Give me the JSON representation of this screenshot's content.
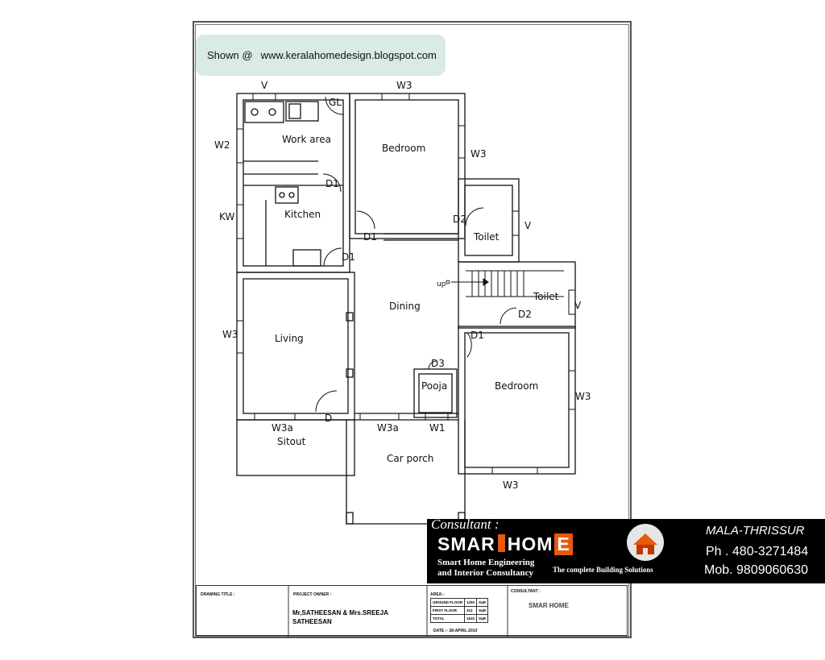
{
  "watermark": {
    "prefix": "Shown @",
    "site": "www.keralahomedesign.blogspot.com"
  },
  "rooms": {
    "work_area": "Work area",
    "kitchen": "Kitchen",
    "bedroom_1": "Bedroom",
    "toilet_1": "Toilet",
    "dining": "Dining",
    "living": "Living",
    "toilet_2": "Toilet",
    "bedroom_2": "Bedroom",
    "pooja": "Pooja",
    "sitout": "Sitout",
    "car_porch": "Car porch",
    "stair_up": "up"
  },
  "openings": {
    "v_top": "V",
    "w3_top": "W3",
    "gl": "GL",
    "w2": "W2",
    "d1_work": "D1",
    "w3_bed1": "W3",
    "kw": "KW",
    "d2_toilet1": "D2",
    "v_toilet1": "V",
    "d1_bed1": "D1",
    "d1_kitchen": "D1",
    "w3_living": "W3",
    "v_toilet2": "V",
    "d2_toilet2": "D2",
    "d1_bed2": "D1",
    "d3_pooja": "D3",
    "w3_bed2_side": "W3",
    "w3a_living": "W3a",
    "d_main": "D",
    "w3a_dining": "W3a",
    "w1_pooja": "W1",
    "w3_bed2_bottom": "W3"
  },
  "banner": {
    "consultant": "Consultant :",
    "brand_left": "SMAR",
    "brand_right": "HOM",
    "brand_e": "E",
    "sub1": "Smart Home Engineering",
    "sub2": "and Interior Consultancy",
    "tagline": "The complete Building Solutions",
    "city": "MALA-THRISSUR",
    "phone": "Ph  . 480-3271484",
    "mobile": "Mob. 9809060630"
  },
  "title_block": {
    "drawing_title": "DRAWING TITLE :",
    "project_owner": "PROJECT OWNER :",
    "owner_line1": "Mr,SATHEESAN & Mrs.SREEJA",
    "owner_line2": "SATHEESAN",
    "area_label": "AREA:-",
    "area_rows": [
      {
        "name": "GROUND FLOOR",
        "value": "1250",
        "unit": "SqR"
      },
      {
        "name": "FIRST FLOOR",
        "value": "312",
        "unit": "SqR"
      },
      {
        "name": "TOTAL",
        "value": "1610",
        "unit": "SqR"
      }
    ],
    "date": "DATE :- 28-APRIL-2010",
    "consultant_label": "CONSULTANT :",
    "mini_brand": "SMAR  HOME"
  },
  "colors": {
    "accent": "#e8590c",
    "banner_bg": "#000000",
    "wall": "#111111"
  }
}
